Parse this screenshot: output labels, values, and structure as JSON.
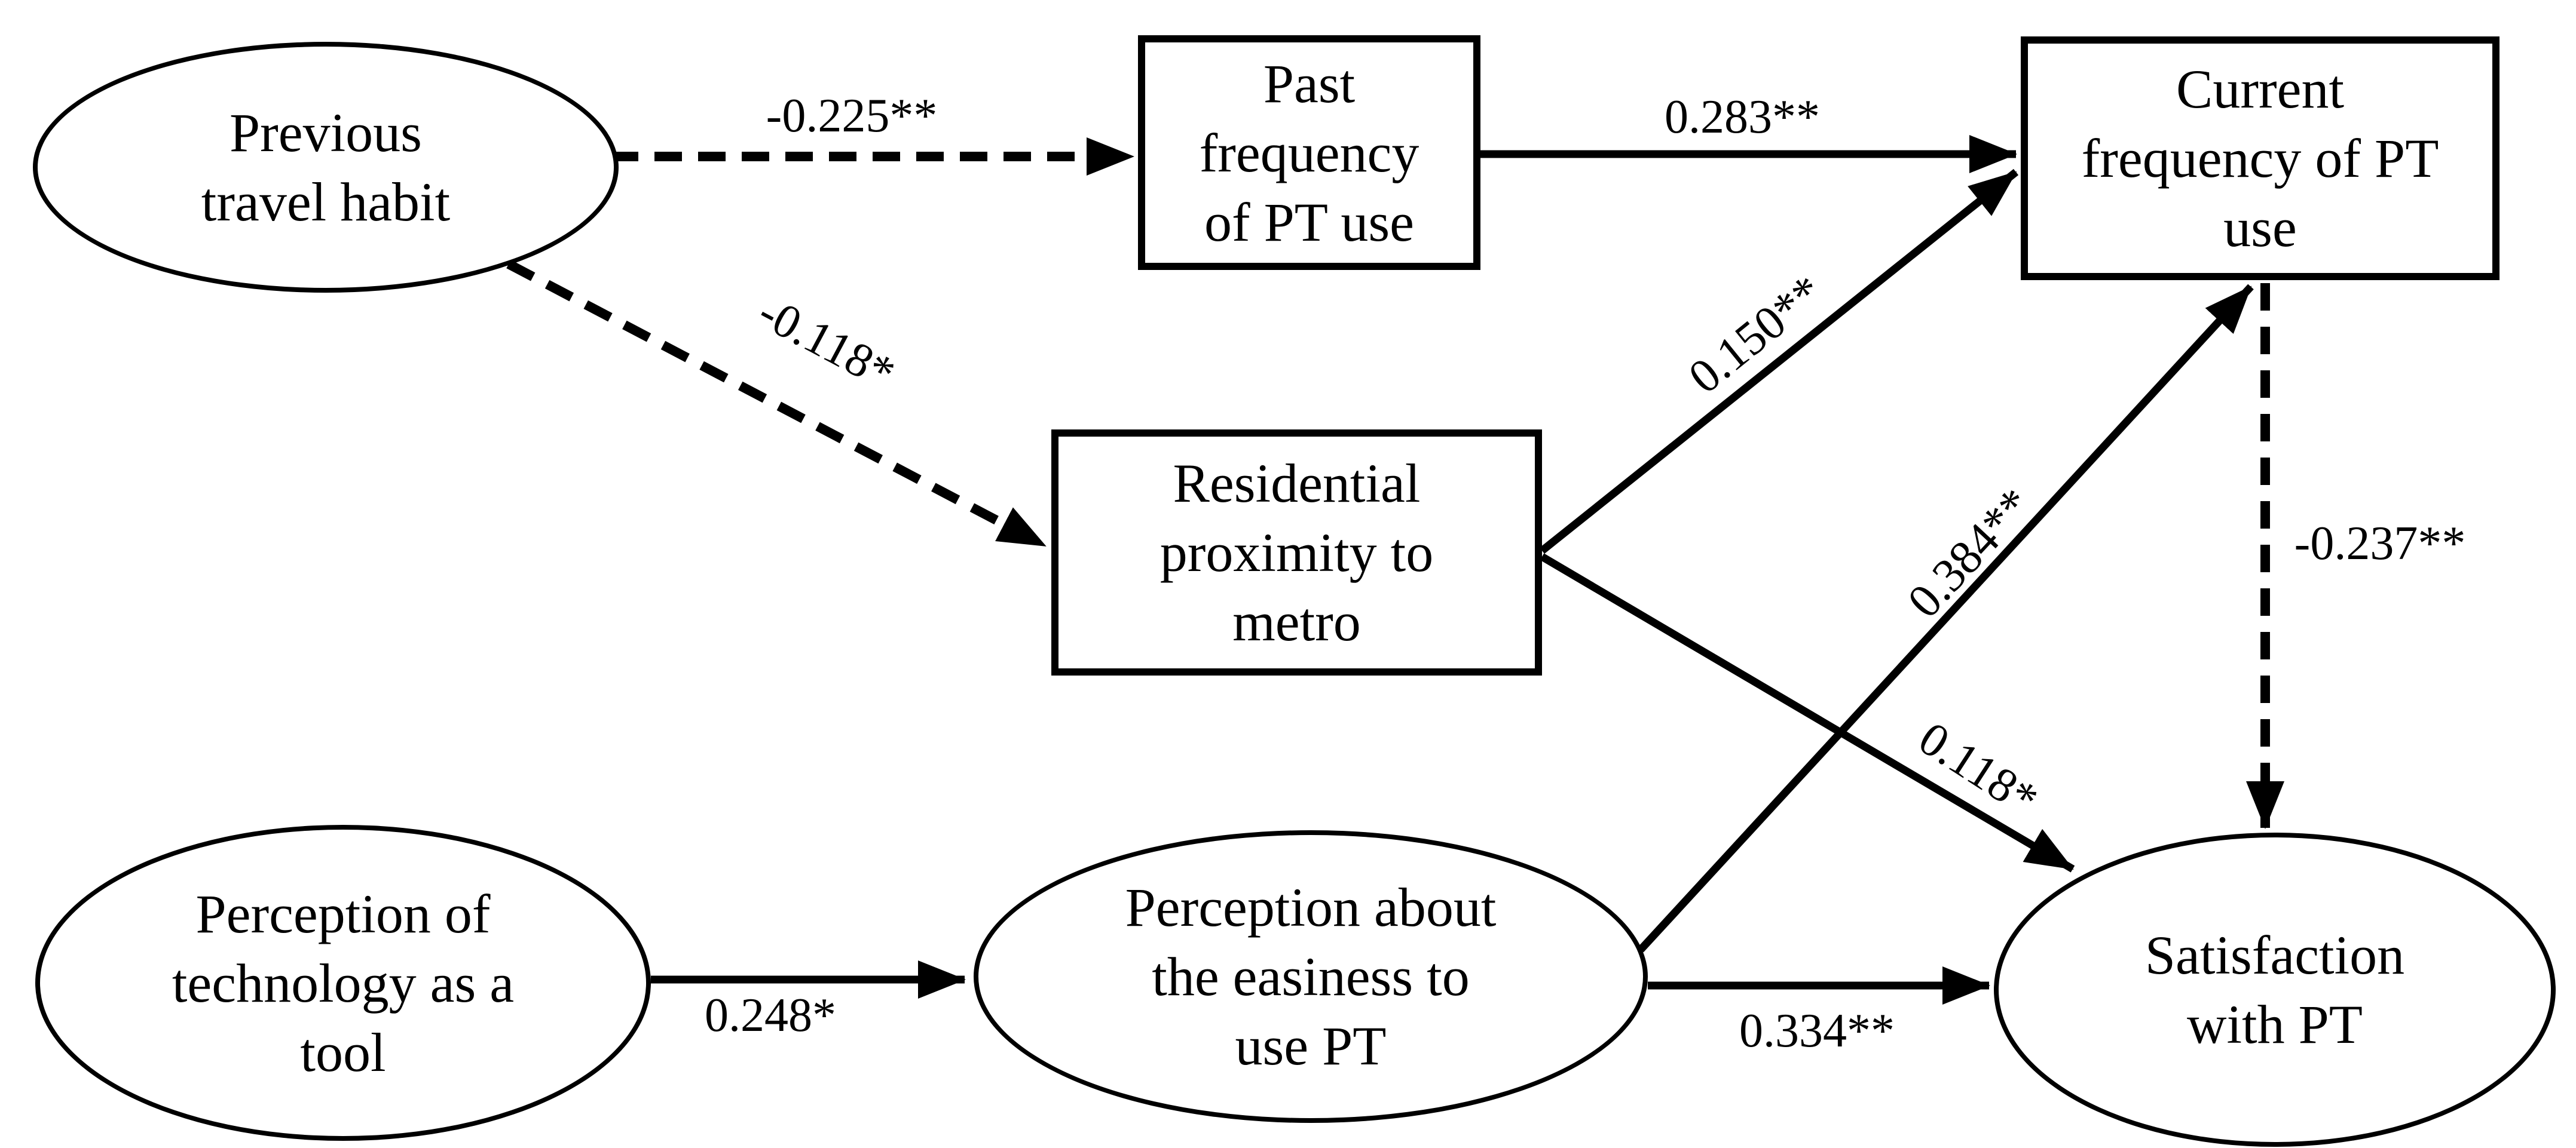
{
  "diagram": {
    "type": "sem-path-diagram",
    "background_color": "#ffffff",
    "line_color": "#000000",
    "abbreviation": "PT"
  },
  "nodes": [
    {
      "id": "previous-travel-habit",
      "shape": "ellipse",
      "label": "Previous\ntravel habit"
    },
    {
      "id": "past-frequency-of-pt-use",
      "shape": "rect",
      "label": "Past\nfrequency\nof PT use"
    },
    {
      "id": "current-frequency-of-pt-use",
      "shape": "rect",
      "label": "Current\nfrequency of PT\nuse"
    },
    {
      "id": "residential-proximity-to-metro",
      "shape": "rect",
      "label": "Residential\nproximity to\nmetro"
    },
    {
      "id": "perception-of-technology-as-a-tool",
      "shape": "ellipse",
      "label": "Perception of\ntechnology as a\ntool"
    },
    {
      "id": "perception-about-the-easiness-to-use-pt",
      "shape": "ellipse",
      "label": "Perception about\nthe easiness to\nuse PT"
    },
    {
      "id": "satisfaction-with-pt",
      "shape": "ellipse",
      "label": "Satisfaction\nwith PT"
    }
  ],
  "edges": [
    {
      "from": "previous-travel-habit",
      "to": "past-frequency-of-pt-use",
      "label": "-0.225**",
      "coefficient": -0.225,
      "significance": "**",
      "style": "dashed"
    },
    {
      "from": "previous-travel-habit",
      "to": "residential-proximity-to-metro",
      "label": "-0.118*",
      "coefficient": -0.118,
      "significance": "*",
      "style": "dashed"
    },
    {
      "from": "past-frequency-of-pt-use",
      "to": "current-frequency-of-pt-use",
      "label": "0.283**",
      "coefficient": 0.283,
      "significance": "**",
      "style": "solid"
    },
    {
      "from": "residential-proximity-to-metro",
      "to": "current-frequency-of-pt-use",
      "label": "0.150**",
      "coefficient": 0.15,
      "significance": "**",
      "style": "solid"
    },
    {
      "from": "residential-proximity-to-metro",
      "to": "satisfaction-with-pt",
      "label": "0.118*",
      "coefficient": 0.118,
      "significance": "*",
      "style": "solid"
    },
    {
      "from": "perception-of-technology-as-a-tool",
      "to": "perception-about-the-easiness-to-use-pt",
      "label": "0.248*",
      "coefficient": 0.248,
      "significance": "*",
      "style": "solid"
    },
    {
      "from": "perception-about-the-easiness-to-use-pt",
      "to": "current-frequency-of-pt-use",
      "label": "0.384**",
      "coefficient": 0.384,
      "significance": "**",
      "style": "solid"
    },
    {
      "from": "perception-about-the-easiness-to-use-pt",
      "to": "satisfaction-with-pt",
      "label": "0.334**",
      "coefficient": 0.334,
      "significance": "**",
      "style": "solid"
    },
    {
      "from": "current-frequency-of-pt-use",
      "to": "satisfaction-with-pt",
      "label": "-0.237**",
      "coefficient": -0.237,
      "significance": "**",
      "style": "dashed"
    }
  ]
}
